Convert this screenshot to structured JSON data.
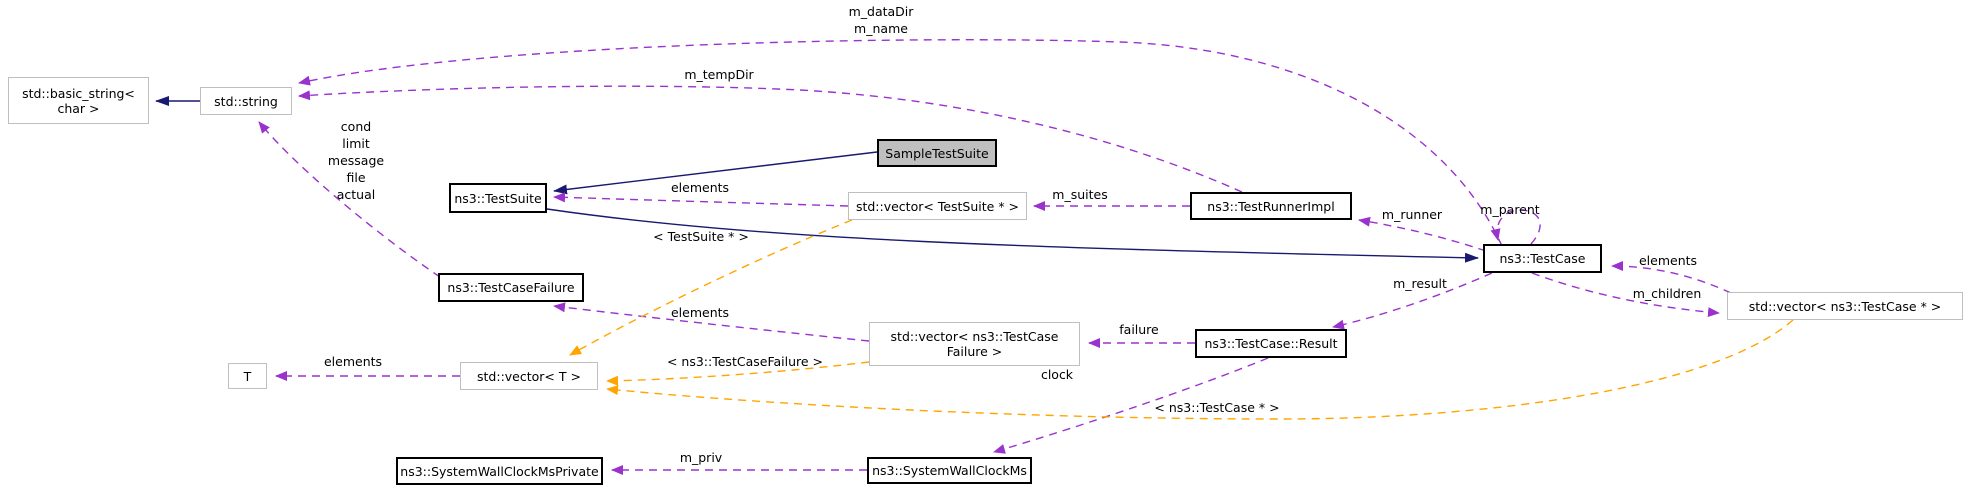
{
  "nodes": {
    "basic_string": {
      "label": "std::basic_string<\nchar >"
    },
    "std_string": {
      "label": "std::string"
    },
    "test_suite": {
      "label": "ns3::TestSuite"
    },
    "sample_test_suite": {
      "label": "SampleTestSuite"
    },
    "vector_test_suite": {
      "label": "std::vector< TestSuite * >"
    },
    "test_runner_impl": {
      "label": "ns3::TestRunnerImpl"
    },
    "test_case": {
      "label": "ns3::TestCase"
    },
    "vector_test_case": {
      "label": "std::vector< ns3::TestCase * >"
    },
    "test_case_failure": {
      "label": "ns3::TestCaseFailure"
    },
    "vector_failure": {
      "label": "std::vector< ns3::TestCase\nFailure >"
    },
    "result": {
      "label": "ns3::TestCase::Result"
    },
    "t_param": {
      "label": "T"
    },
    "vector_t": {
      "label": "std::vector< T >"
    },
    "wallclock_private": {
      "label": "ns3::SystemWallClockMsPrivate"
    },
    "wallclock": {
      "label": "ns3::SystemWallClockMs"
    }
  },
  "edge_labels": {
    "m_datadir_m_name": "m_dataDir\nm_name",
    "m_tempdir": "m_tempDir",
    "failure_members": "cond\nlimit\nmessage\nfile\nactual",
    "elements_testsuite": "elements",
    "m_suites": "m_suites",
    "m_runner": "m_runner",
    "m_parent": "m_parent",
    "elements_testcase": "elements",
    "m_children": "m_children",
    "m_result": "m_result",
    "tpl_testsuite": "< TestSuite * >",
    "elements_failure": "elements",
    "failure": "failure",
    "tpl_testcasefailure": "< ns3::TestCaseFailure >",
    "clock": "clock",
    "tpl_testcase": "< ns3::TestCase * >",
    "m_priv": "m_priv",
    "elements_t": "elements"
  },
  "colors": {
    "member_edge": "#9a32cd",
    "template_edge": "#ffa500",
    "inheritance_edge": "#191970",
    "documented_border": "#000000",
    "external_border": "#bfbfbf",
    "current_node_fill": "#bfbfbf",
    "background": "#ffffff"
  }
}
